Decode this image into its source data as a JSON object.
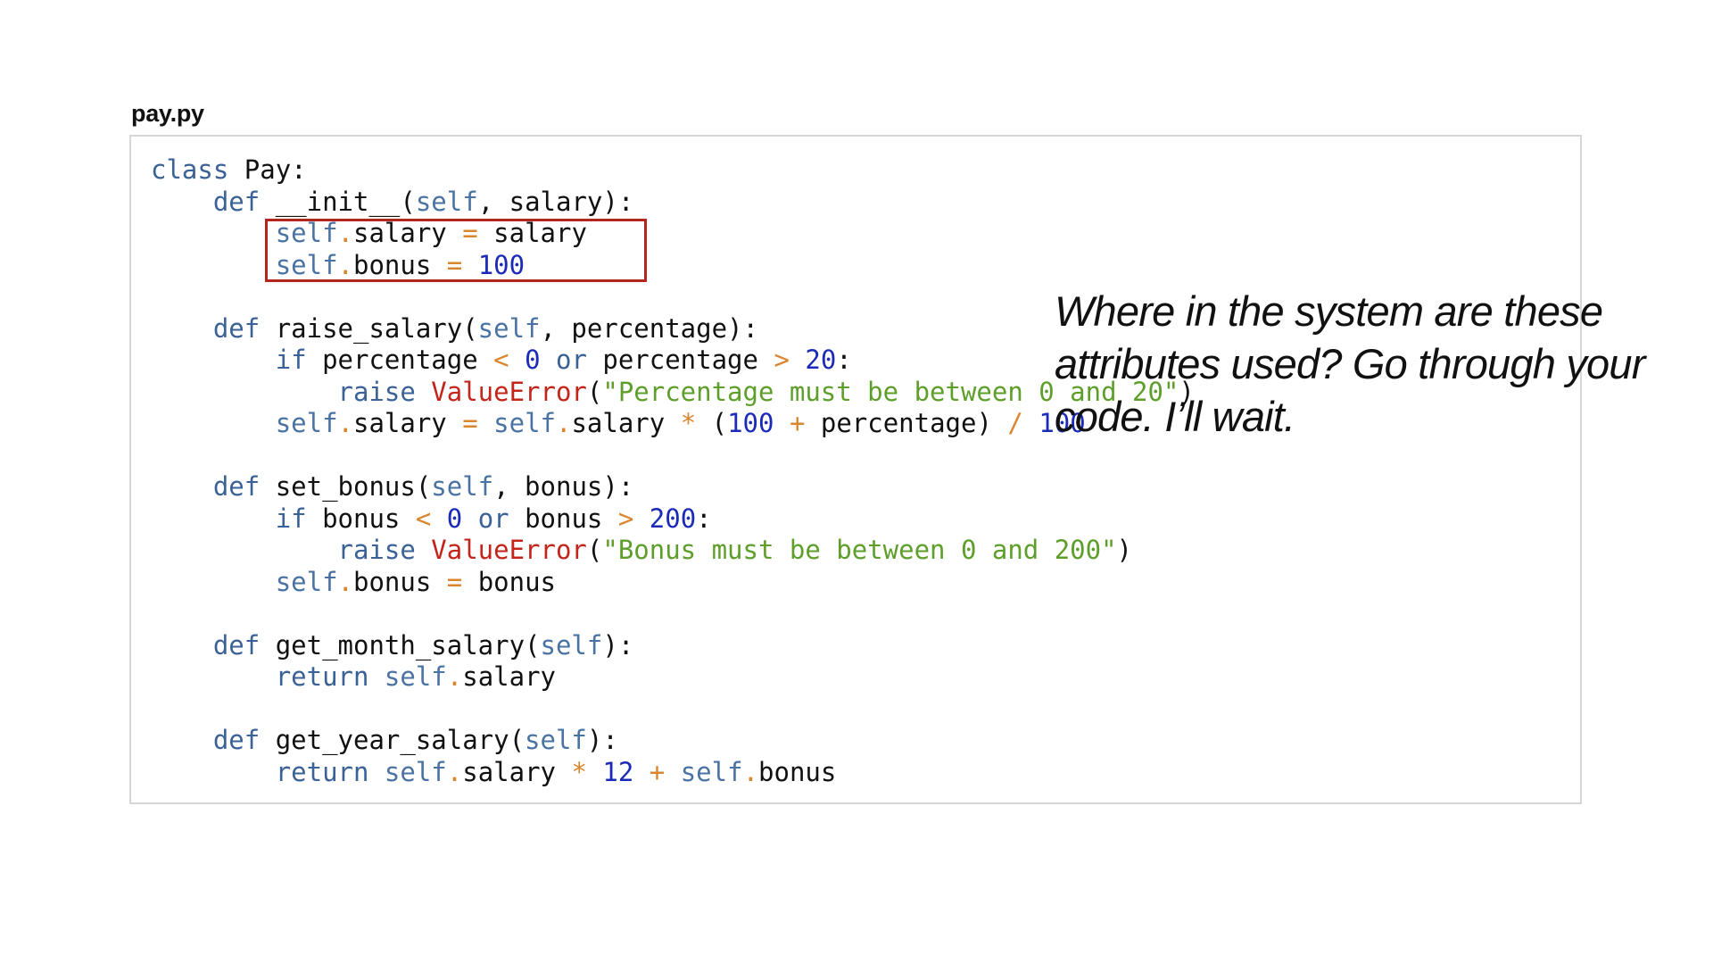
{
  "file": {
    "name": "pay.py"
  },
  "callout": {
    "text": "Where in the system are these attributes used? Go through your code. I’ll wait."
  },
  "colors": {
    "keyword": "#3a6296",
    "self": "#4a73a3",
    "operator": "#d9862f",
    "number": "#1b2bb8",
    "string": "#5e9e2a",
    "exception": "#c4251b",
    "highlight_border": "#b3261e"
  },
  "code_lines": [
    [
      [
        "kw",
        "class"
      ],
      [
        "def",
        " Pay:"
      ]
    ],
    [
      [
        "def",
        "    "
      ],
      [
        "kw",
        "def"
      ],
      [
        "def",
        " __init__("
      ],
      [
        "self",
        "self"
      ],
      [
        "def",
        ", salary):"
      ]
    ],
    [
      [
        "def",
        "        "
      ],
      [
        "self",
        "self"
      ],
      [
        "op",
        "."
      ],
      [
        "def",
        "salary "
      ],
      [
        "op",
        "="
      ],
      [
        "def",
        " salary"
      ]
    ],
    [
      [
        "def",
        "        "
      ],
      [
        "self",
        "self"
      ],
      [
        "op",
        "."
      ],
      [
        "def",
        "bonus "
      ],
      [
        "op",
        "="
      ],
      [
        "def",
        " "
      ],
      [
        "num",
        "100"
      ]
    ],
    [],
    [
      [
        "def",
        "    "
      ],
      [
        "kw",
        "def"
      ],
      [
        "def",
        " raise_salary("
      ],
      [
        "self",
        "self"
      ],
      [
        "def",
        ", percentage):"
      ]
    ],
    [
      [
        "def",
        "        "
      ],
      [
        "kw",
        "if"
      ],
      [
        "def",
        " percentage "
      ],
      [
        "op",
        "<"
      ],
      [
        "def",
        " "
      ],
      [
        "num",
        "0"
      ],
      [
        "def",
        " "
      ],
      [
        "kw",
        "or"
      ],
      [
        "def",
        " percentage "
      ],
      [
        "op",
        ">"
      ],
      [
        "def",
        " "
      ],
      [
        "num",
        "20"
      ],
      [
        "def",
        ":"
      ]
    ],
    [
      [
        "def",
        "            "
      ],
      [
        "kw",
        "raise"
      ],
      [
        "def",
        " "
      ],
      [
        "exc",
        "ValueError"
      ],
      [
        "def",
        "("
      ],
      [
        "str",
        "\"Percentage must be between 0 and 20\""
      ],
      [
        "def",
        ")"
      ]
    ],
    [
      [
        "def",
        "        "
      ],
      [
        "self",
        "self"
      ],
      [
        "op",
        "."
      ],
      [
        "def",
        "salary "
      ],
      [
        "op",
        "="
      ],
      [
        "def",
        " "
      ],
      [
        "self",
        "self"
      ],
      [
        "op",
        "."
      ],
      [
        "def",
        "salary "
      ],
      [
        "op",
        "*"
      ],
      [
        "def",
        " ("
      ],
      [
        "num",
        "100"
      ],
      [
        "def",
        " "
      ],
      [
        "op",
        "+"
      ],
      [
        "def",
        " percentage) "
      ],
      [
        "op",
        "/"
      ],
      [
        "def",
        " "
      ],
      [
        "num",
        "100"
      ]
    ],
    [],
    [
      [
        "def",
        "    "
      ],
      [
        "kw",
        "def"
      ],
      [
        "def",
        " set_bonus("
      ],
      [
        "self",
        "self"
      ],
      [
        "def",
        ", bonus):"
      ]
    ],
    [
      [
        "def",
        "        "
      ],
      [
        "kw",
        "if"
      ],
      [
        "def",
        " bonus "
      ],
      [
        "op",
        "<"
      ],
      [
        "def",
        " "
      ],
      [
        "num",
        "0"
      ],
      [
        "def",
        " "
      ],
      [
        "kw",
        "or"
      ],
      [
        "def",
        " bonus "
      ],
      [
        "op",
        ">"
      ],
      [
        "def",
        " "
      ],
      [
        "num",
        "200"
      ],
      [
        "def",
        ":"
      ]
    ],
    [
      [
        "def",
        "            "
      ],
      [
        "kw",
        "raise"
      ],
      [
        "def",
        " "
      ],
      [
        "exc",
        "ValueError"
      ],
      [
        "def",
        "("
      ],
      [
        "str",
        "\"Bonus must be between 0 and 200\""
      ],
      [
        "def",
        ")"
      ]
    ],
    [
      [
        "def",
        "        "
      ],
      [
        "self",
        "self"
      ],
      [
        "op",
        "."
      ],
      [
        "def",
        "bonus "
      ],
      [
        "op",
        "="
      ],
      [
        "def",
        " bonus"
      ]
    ],
    [],
    [
      [
        "def",
        "    "
      ],
      [
        "kw",
        "def"
      ],
      [
        "def",
        " get_month_salary("
      ],
      [
        "self",
        "self"
      ],
      [
        "def",
        "):"
      ]
    ],
    [
      [
        "def",
        "        "
      ],
      [
        "kw",
        "return"
      ],
      [
        "def",
        " "
      ],
      [
        "self",
        "self"
      ],
      [
        "op",
        "."
      ],
      [
        "def",
        "salary"
      ]
    ],
    [],
    [
      [
        "def",
        "    "
      ],
      [
        "kw",
        "def"
      ],
      [
        "def",
        " get_year_salary("
      ],
      [
        "self",
        "self"
      ],
      [
        "def",
        "):"
      ]
    ],
    [
      [
        "def",
        "        "
      ],
      [
        "kw",
        "return"
      ],
      [
        "def",
        " "
      ],
      [
        "self",
        "self"
      ],
      [
        "op",
        "."
      ],
      [
        "def",
        "salary "
      ],
      [
        "op",
        "*"
      ],
      [
        "def",
        " "
      ],
      [
        "num",
        "12"
      ],
      [
        "def",
        " "
      ],
      [
        "op",
        "+"
      ],
      [
        "def",
        " "
      ],
      [
        "self",
        "self"
      ],
      [
        "op",
        "."
      ],
      [
        "def",
        "bonus"
      ]
    ]
  ]
}
